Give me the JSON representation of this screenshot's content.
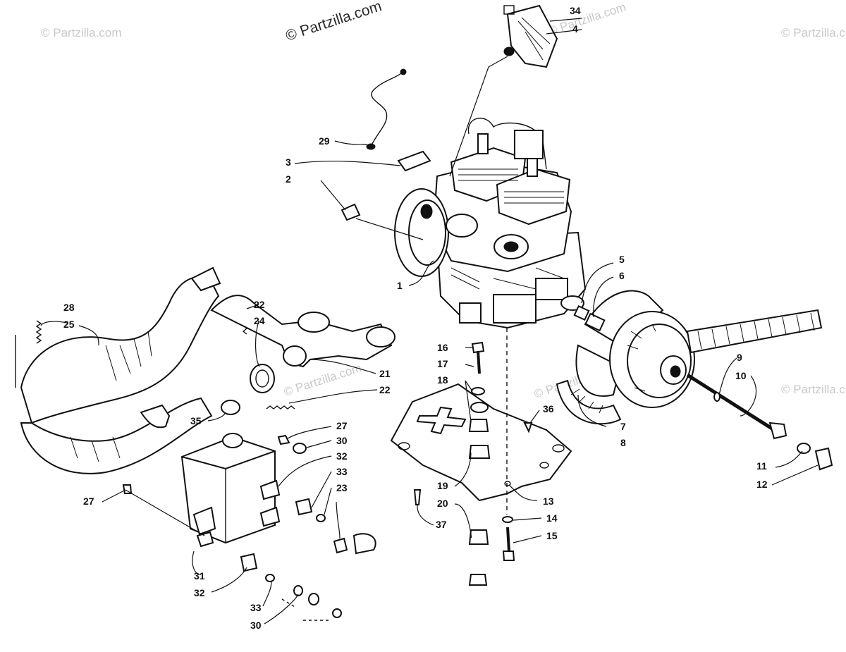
{
  "watermarks": {
    "main": "© Partzilla.com",
    "faint": "© Partzilla.com"
  },
  "callouts": {
    "c1": "1",
    "c2": "2",
    "c3": "3",
    "c4": "4",
    "c5": "5",
    "c6": "6",
    "c7": "7",
    "c8": "8",
    "c9": "9",
    "c10": "10",
    "c11": "11",
    "c12": "12",
    "c13": "13",
    "c14": "14",
    "c15": "15",
    "c16": "16",
    "c17": "17",
    "c18": "18",
    "c19": "19",
    "c20": "20",
    "c21": "21",
    "c22a": "22",
    "c22b": "22",
    "c23": "23",
    "c24": "24",
    "c25": "25",
    "c27a": "27",
    "c27b": "27",
    "c28": "28",
    "c29": "29",
    "c30a": "30",
    "c30b": "30",
    "c31": "31",
    "c32a": "32",
    "c32b": "32",
    "c33a": "33",
    "c33b": "33",
    "c34": "34",
    "c35": "35",
    "c36": "36",
    "c37": "37"
  }
}
